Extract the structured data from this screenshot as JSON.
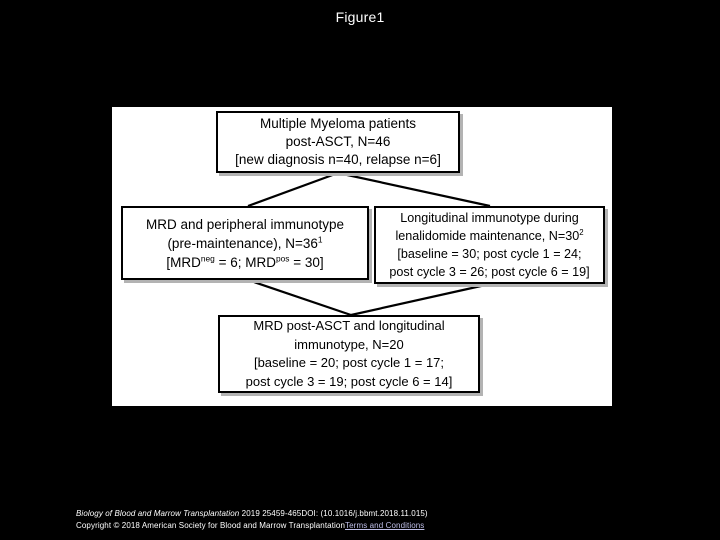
{
  "slide": {
    "title": "Figure1",
    "background_color": "#000000",
    "panel_color": "#ffffff",
    "title_color": "#ffffff"
  },
  "flowchart": {
    "box_top": {
      "lines": [
        "Multiple Myeloma patients",
        "post-ASCT, N=46",
        "[new diagnosis n=40, relapse n=6]"
      ]
    },
    "box_left": {
      "line1": "MRD and peripheral immunotype",
      "line2_pre": "(pre-maintenance), N=36",
      "line2_sup": "1",
      "line3_a": "[MRD",
      "line3_a_sup": "neg",
      "line3_b": " = 6; MRD",
      "line3_b_sup": "pos",
      "line3_c": " = 30]"
    },
    "box_right": {
      "line1": "Longitudinal immunotype during",
      "line2_pre": "lenalidomide maintenance, N=30",
      "line2_sup": "2",
      "line3": "[baseline = 30; post cycle 1 = 24;",
      "line4": "post cycle 3 = 26; post cycle 6 = 19]"
    },
    "box_bottom": {
      "lines": [
        "MRD post-ASCT and longitudinal",
        "immunotype, N=20",
        "[baseline = 20; post cycle 1 = 17;",
        "post cycle 3 = 19; post cycle 6 = 14]"
      ]
    },
    "line_color": "#000000",
    "box_border_color": "#000000",
    "box_shadow_color": "#b3b3b3"
  },
  "footer": {
    "journal": "Biology of Blood and Marrow Transplantation",
    "citation": " 2019 25459-465DOI: (10.1016/j.bbmt.2018.11.015)",
    "copyright": "Copyright © 2018 American Society for Blood and Marrow Transplantation",
    "terms_link": "Terms and Conditions",
    "link_color": "#bfbfe8"
  }
}
